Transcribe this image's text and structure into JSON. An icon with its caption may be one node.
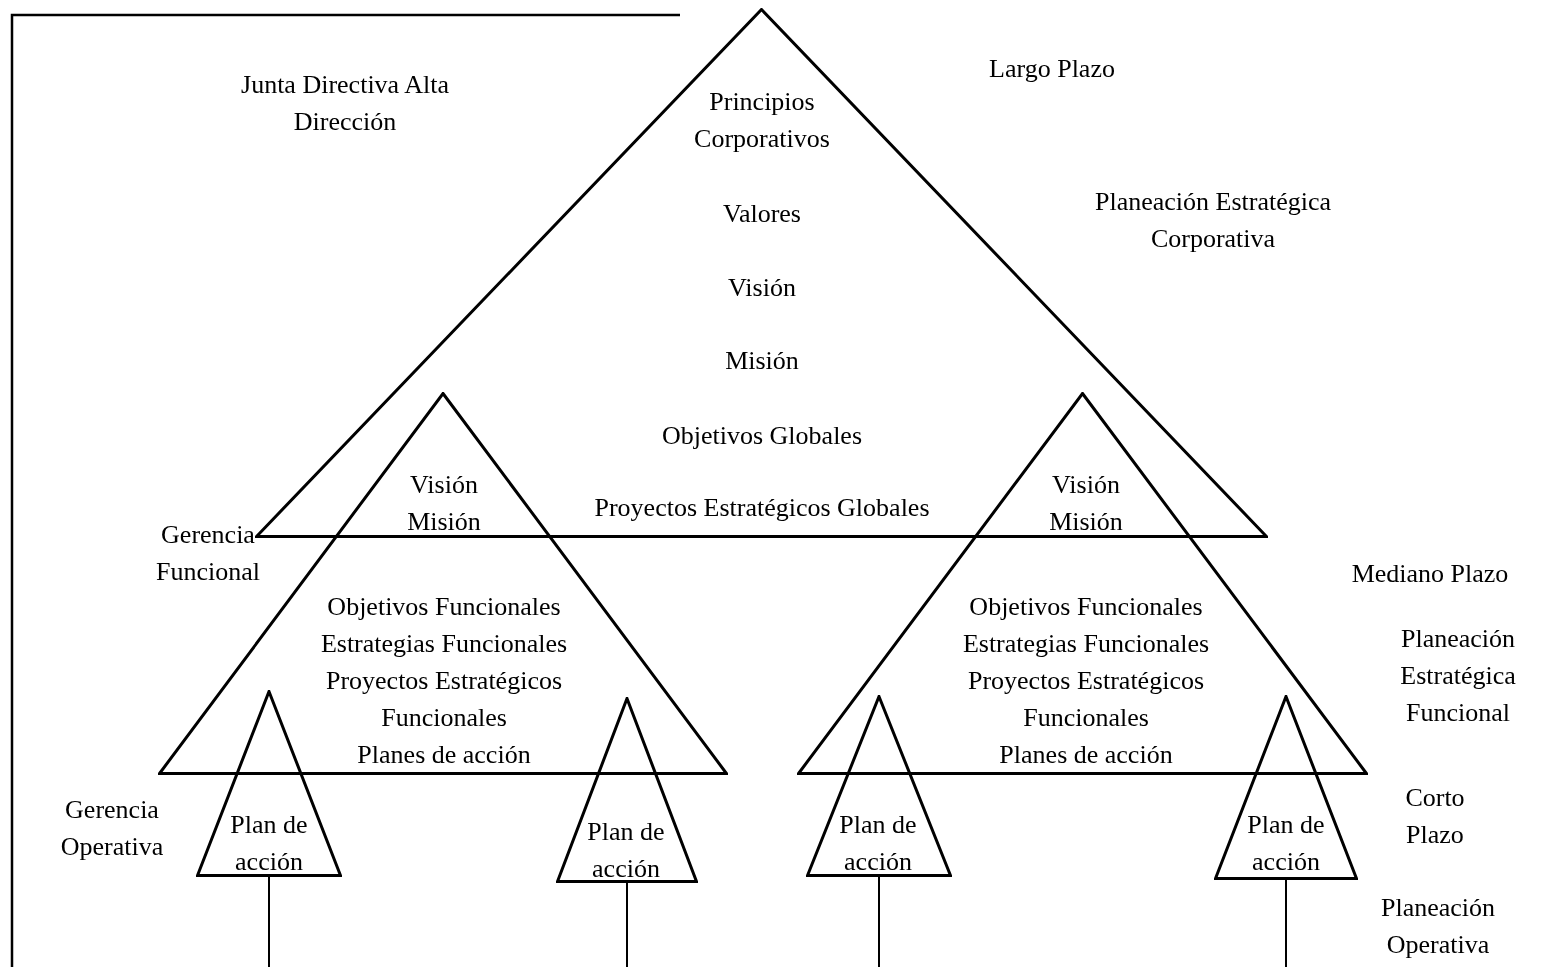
{
  "diagram": {
    "nodes": [
      {
        "text": [
          "Principios Corporativos",
          "Valores",
          "Visión",
          "Misión",
          "Objetivos Globales",
          "Proyectos Estratégicos Globales"
        ]
      },
      {
        "text": [
          "Visión",
          "Misión",
          "Objetivos Funcionales",
          "Estrategias Funcionales",
          "Proyectos Estratégicos Funcionales",
          "Planes de acción"
        ]
      },
      {
        "text": [
          "Visión",
          "Misión",
          "Objetivos Funcionales",
          "Estrategias Funcionales",
          "Proyectos Estratégicos Funcionales",
          "Planes de acción"
        ]
      },
      {
        "text": [
          "Plan de acción"
        ]
      },
      {
        "text": [
          "Plan de acción"
        ]
      },
      {
        "text": [
          "Plan de acción"
        ]
      },
      {
        "text": [
          "Plan de acción"
        ]
      }
    ],
    "edges": [
      {
        "from": 3,
        "to": null,
        "arrow": "none"
      },
      {
        "from": 4,
        "to": null,
        "arrow": "none"
      },
      {
        "from": 5,
        "to": null,
        "arrow": "none"
      },
      {
        "from": 6,
        "to": null,
        "arrow": "none"
      }
    ],
    "labels": [
      "Junta Directiva Alta Dirección",
      "Largo Plazo",
      "Planeación Estratégica Corporativa",
      "Gerencia Funcional",
      "Mediano Plazo",
      "Planeación Estratégica Funcional",
      "Gerencia Operativa",
      "Corto Plazo",
      "Planeación Operativa"
    ]
  }
}
